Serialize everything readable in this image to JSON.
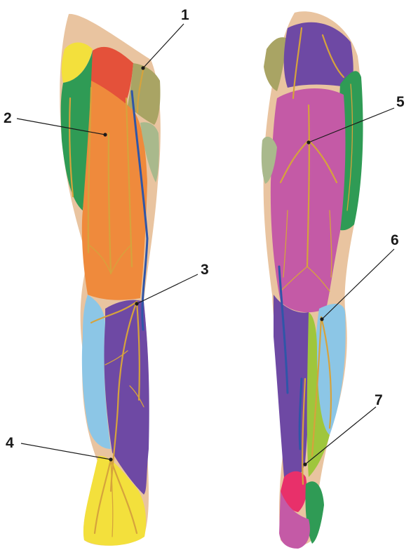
{
  "labels": [
    {
      "id": 1,
      "text": "1"
    },
    {
      "id": 2,
      "text": "2"
    },
    {
      "id": 3,
      "text": "3"
    },
    {
      "id": 4,
      "text": "4"
    },
    {
      "id": 5,
      "text": "5"
    },
    {
      "id": 6,
      "text": "6"
    },
    {
      "id": 7,
      "text": "7"
    }
  ],
  "colors": {
    "skin_base": "#e9c4a0",
    "orange_region": "#ef8a3c",
    "purple_region": "#6e49a4",
    "magenta_region": "#c45aa6",
    "green_region": "#2f9b55",
    "light_blue_region": "#8cc6e6",
    "yellow_region": "#f3e03c",
    "red_region": "#e4513a",
    "olive_region": "#a9a464",
    "pink_region": "#e8306a",
    "sage_region": "#a9b98c",
    "lime_region": "#9fc63c",
    "nerve": "#d6a33c",
    "vein": "#2f56a8"
  }
}
